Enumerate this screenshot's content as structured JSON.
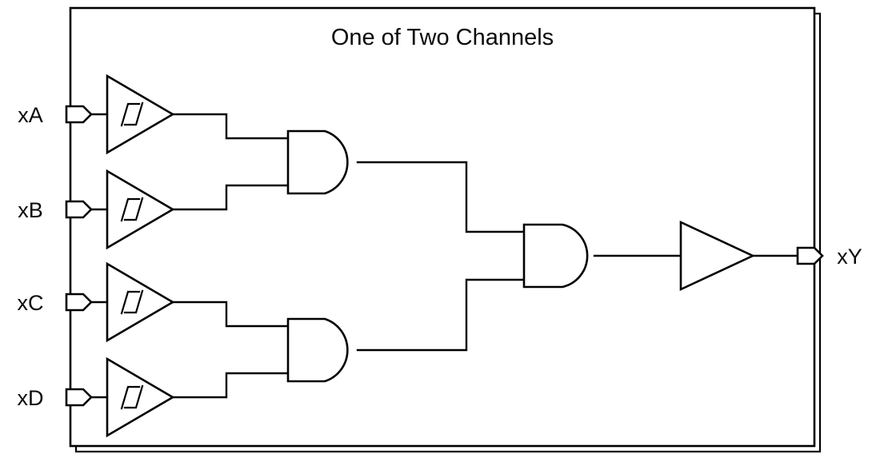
{
  "diagram": {
    "title": "One of Two Channels",
    "background_color": "#ffffff",
    "line_color": "#000000",
    "text_color": "#0b0b0b",
    "inputs": [
      {
        "label": "xA",
        "pin_icon": "input-pin-icon",
        "gate": "schmitt-trigger-buffer"
      },
      {
        "label": "xB",
        "pin_icon": "input-pin-icon",
        "gate": "schmitt-trigger-buffer"
      },
      {
        "label": "xC",
        "pin_icon": "input-pin-icon",
        "gate": "schmitt-trigger-buffer"
      },
      {
        "label": "xD",
        "pin_icon": "input-pin-icon",
        "gate": "schmitt-trigger-buffer"
      }
    ],
    "output": {
      "label": "xY",
      "pin_icon": "output-pin-icon",
      "gate": "buffer"
    },
    "gates": [
      {
        "name": "and-gate-ab",
        "type": "AND",
        "inputs": [
          "xA",
          "xB"
        ]
      },
      {
        "name": "and-gate-cd",
        "type": "AND",
        "inputs": [
          "xC",
          "xD"
        ]
      },
      {
        "name": "and-gate-final",
        "type": "AND",
        "inputs": [
          "and-gate-ab",
          "and-gate-cd"
        ]
      },
      {
        "name": "output-buffer",
        "type": "BUFFER",
        "inputs": [
          "and-gate-final"
        ]
      }
    ]
  }
}
